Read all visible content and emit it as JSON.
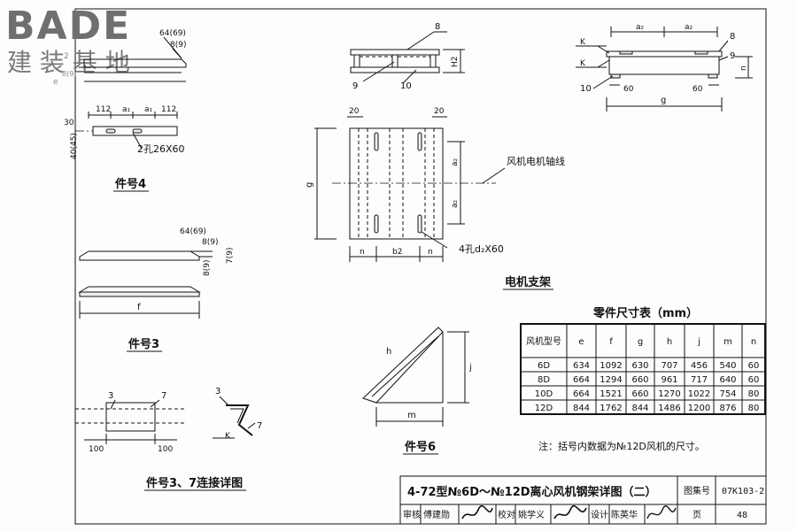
{
  "logo": {
    "brand": "BADE",
    "subtitle": "建 装 基 地"
  },
  "drawing": {
    "part4": {
      "caption": "件号4",
      "dim_top_a": "64(69)",
      "dim_top_b": "8(9)",
      "dim_left_a": "2",
      "dim_left_b": "8(9)",
      "dim_e": "e",
      "dim_112_l": "112",
      "dim_a1_l": "a₁",
      "dim_a1_r": "a₁",
      "dim_112_r": "112",
      "dim_30": "30",
      "dim_40": "40(45)",
      "hole_note": "2孔26X60"
    },
    "part3": {
      "caption": "件号3",
      "dim_64": "64(69)",
      "dim_8a": "8(9)",
      "dim_8b": "8(9)",
      "dim_7": "7(9)",
      "dim_f": "f"
    },
    "joint": {
      "caption": "件号3、7连接详图",
      "label_3": "3",
      "label_7": "7",
      "label_3b": "3",
      "label_7b": "7",
      "dim_100_l": "100",
      "dim_100_r": "100",
      "weld_k": "K"
    },
    "part6": {
      "caption": "件号6",
      "dim_h": "h",
      "dim_j": "j",
      "dim_m": "m"
    },
    "frame_side": {
      "label_8": "8",
      "label_9": "9",
      "label_10": "10",
      "dim_h2": "H2"
    },
    "frame_top": {
      "caption": "电机支架",
      "dim_20_l": "20",
      "dim_20_r": "20",
      "dim_g": "g",
      "dim_a2_top": "a₂",
      "dim_a2_bot": "a₂",
      "axis_note": "风机电机轴线",
      "hole_note": "4孔d₂X60",
      "dim_n_l": "n",
      "dim_b2": "b2",
      "dim_n_r": "n"
    },
    "frame_end": {
      "label_8": "8",
      "label_9": "9",
      "label_10": "10",
      "dim_a2_l": "a₂",
      "dim_a2_r": "a₂",
      "dim_60_l": "60",
      "dim_60_r": "60",
      "dim_g": "g",
      "dim_n": "n",
      "weld_k1": "K",
      "weld_k2": "K"
    }
  },
  "table": {
    "title": "零件尺寸表（mm）",
    "headers": [
      "风机型号",
      "e",
      "f",
      "g",
      "h",
      "j",
      "m",
      "n"
    ],
    "rows": [
      [
        "6D",
        "634",
        "1092",
        "630",
        "707",
        "456",
        "540",
        "60"
      ],
      [
        "8D",
        "664",
        "1294",
        "660",
        "961",
        "717",
        "640",
        "60"
      ],
      [
        "10D",
        "664",
        "1521",
        "660",
        "1270",
        "1022",
        "754",
        "80"
      ],
      [
        "12D",
        "844",
        "1762",
        "844",
        "1486",
        "1200",
        "876",
        "80"
      ]
    ],
    "note": "注：括号内数据为№12D风机的尺寸。"
  },
  "title_block": {
    "title": "4-72型№6D～№12D离心风机钢架详图（二）",
    "atlas_label": "图集号",
    "atlas_no": "07K103-2",
    "review_label": "审核",
    "reviewer": "傅建勋",
    "check_label": "校对",
    "checker": "姚学义",
    "design_label": "设计",
    "designer": "陈英华",
    "page_label": "页",
    "page_no": "48"
  }
}
